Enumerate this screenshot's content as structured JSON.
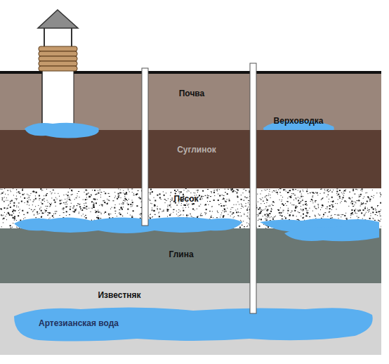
{
  "diagram": {
    "nodes": [
      {
        "text": [
          "Почва"
        ]
      },
      {
        "text": [
          "Верховодка"
        ],
        "in": 0
      },
      {
        "text": [
          "Суглинок"
        ]
      },
      {
        "text": [
          "Песок"
        ]
      },
      {
        "text": [
          "Глина"
        ]
      },
      {
        "text": [
          "Известняк"
        ]
      },
      {
        "text": [
          "Артезианская вода"
        ],
        "in": 5
      }
    ],
    "edges": []
  }
}
